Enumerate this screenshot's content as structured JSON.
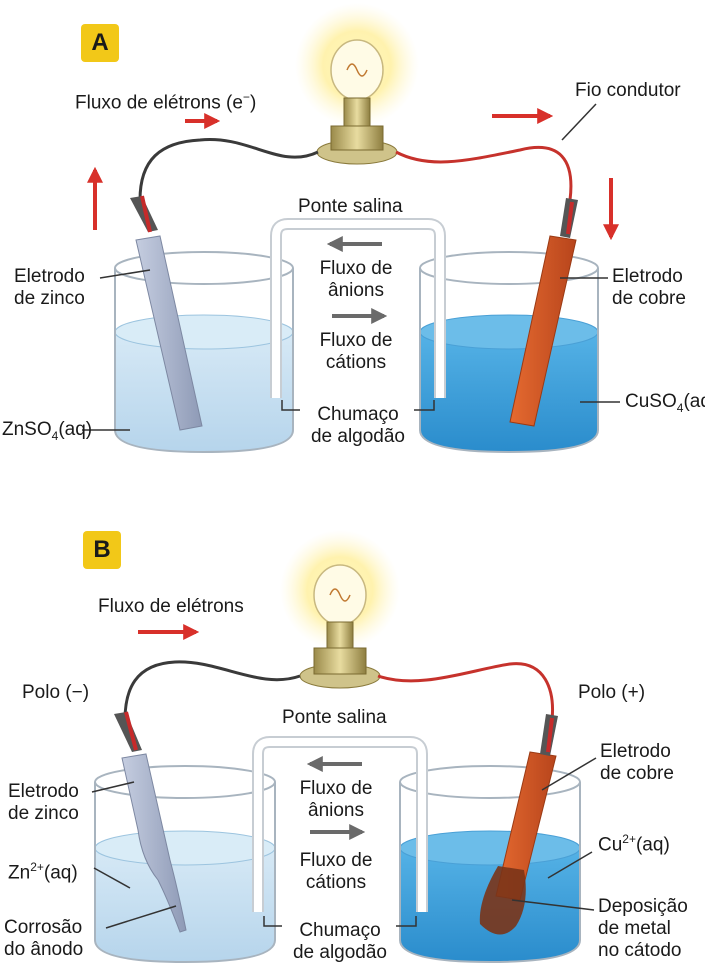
{
  "colors": {
    "badge": "#f2c818",
    "arrow": "#d8302a",
    "wire_black": "#3a3a3a",
    "wire_red": "#c6322c",
    "zinc": "#a8b4cc",
    "copper": "#d75a28",
    "zinc_solution": "#b8d8ee",
    "copper_solution": "#3fa2dc",
    "bulb_glow": "#fff2a0"
  },
  "panel_a": {
    "badge": "A",
    "electron_flow": "Fluxo de elétrons (e",
    "electron_symbol": "−",
    "electron_close": ")",
    "wire": "Fio condutor",
    "salt_bridge": "Ponte salina",
    "anion_flow_1": "Fluxo de",
    "anion_flow_2": "ânions",
    "cation_flow_1": "Fluxo de",
    "cation_flow_2": "cátions",
    "cotton_1": "Chumaço",
    "cotton_2": "de algodão",
    "zinc_electrode_1": "Eletrodo",
    "zinc_electrode_2": "de zinco",
    "copper_electrode_1": "Eletrodo",
    "copper_electrode_2": "de cobre",
    "zinc_solution_a": "ZnSO",
    "zinc_solution_sub": "4",
    "zinc_solution_b": "(aq)",
    "copper_solution_a": "CuSO",
    "copper_solution_sub": "4",
    "copper_solution_b": "(aq)"
  },
  "panel_b": {
    "badge": "B",
    "electron_flow": "Fluxo de elétrons",
    "pole_negative": "Polo (−)",
    "pole_positive": "Polo (+)",
    "salt_bridge": "Ponte salina",
    "anion_flow_1": "Fluxo de",
    "anion_flow_2": "ânions",
    "cation_flow_1": "Fluxo de",
    "cation_flow_2": "cátions",
    "cotton_1": "Chumaço",
    "cotton_2": "de algodão",
    "zinc_electrode_1": "Eletrodo",
    "zinc_electrode_2": "de zinco",
    "copper_electrode_1": "Eletrodo",
    "copper_electrode_2": "de cobre",
    "zinc_ion_a": "Zn",
    "zinc_ion_sup": "2+",
    "zinc_ion_b": "(aq)",
    "copper_ion_a": "Cu",
    "copper_ion_sup": "2+",
    "copper_ion_b": "(aq)",
    "corrosion_1": "Corrosão",
    "corrosion_2": "do ânodo",
    "deposition_1": "Deposição",
    "deposition_2": "de metal",
    "deposition_3": "no cátodo"
  }
}
